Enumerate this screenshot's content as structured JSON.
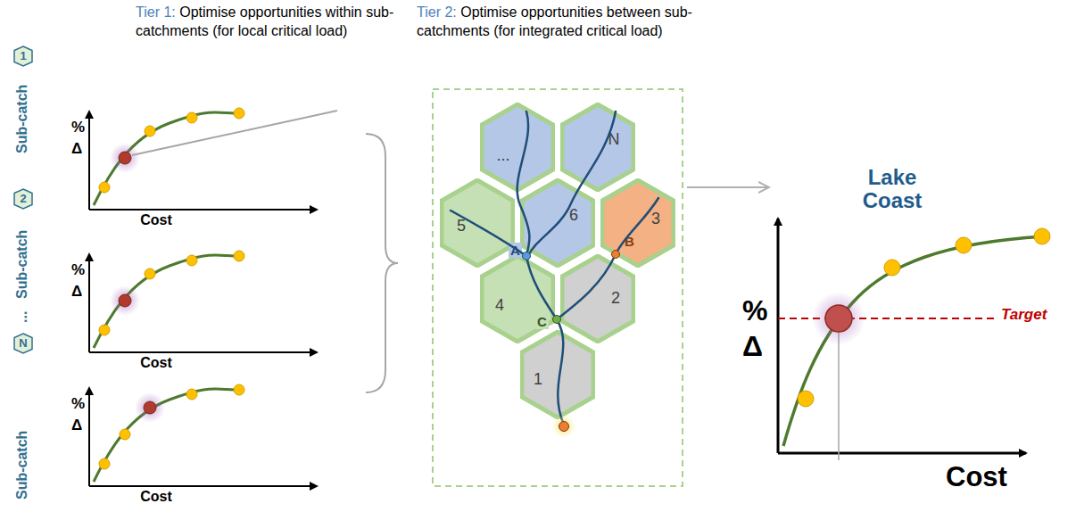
{
  "diagram": {
    "nodes": [
      {
        "text": [
          "1"
        ]
      },
      {
        "text": [
          "2"
        ]
      },
      {
        "text": [
          "N"
        ]
      },
      {
        "text": [
          "..."
        ]
      },
      {
        "text": [
          "N"
        ]
      },
      {
        "text": [
          "5"
        ]
      },
      {
        "text": [
          "6"
        ]
      },
      {
        "text": [
          "3"
        ]
      },
      {
        "text": [
          "4"
        ]
      },
      {
        "text": [
          "2"
        ]
      },
      {
        "text": [
          "1"
        ]
      }
    ],
    "labels": [
      "Tier 1:",
      "Optimise opportunities within sub-catchments (for local critical load)",
      "Tier 2:",
      "Optimise opportunities between sub-catchments (for integrated critical load)",
      "Sub-catch",
      "%",
      "Δ",
      "Cost",
      "Sub-catch",
      "%",
      "Δ",
      "Cost",
      "...",
      "Sub-catch",
      "%",
      "Δ",
      "Cost",
      "A",
      "B",
      "C",
      "Lake Coast",
      "%",
      "Δ",
      "Cost",
      "Target"
    ]
  }
}
